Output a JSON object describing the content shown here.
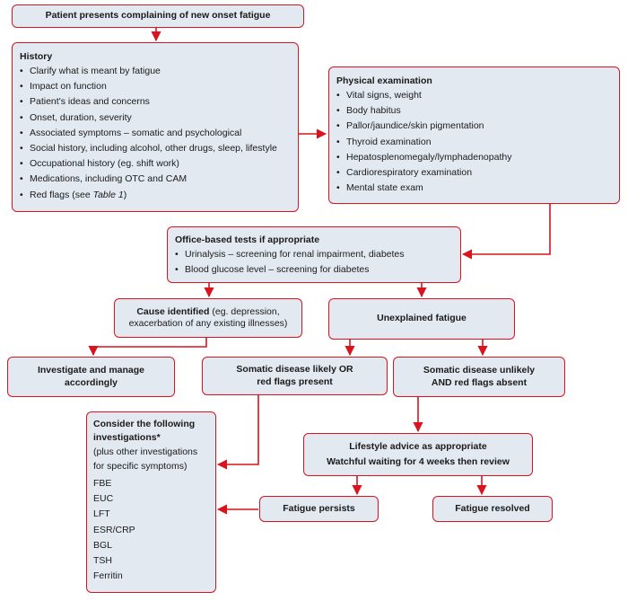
{
  "start": {
    "title": "Patient presents complaining of new onset fatigue"
  },
  "history": {
    "title": "History",
    "items": [
      "Clarify what is meant by fatigue",
      "Impact on function",
      "Patient's ideas and concerns",
      "Onset, duration, severity",
      "Associated symptoms – somatic and psychological",
      "Social history, including alcohol, other drugs, sleep, lifestyle",
      "Occupational history (eg. shift work)",
      "Medications, including OTC and CAM"
    ],
    "red_flags_prefix": "Red flags (see ",
    "red_flags_ref": "Table 1",
    "red_flags_suffix": ")"
  },
  "physical_exam": {
    "title": "Physical examination",
    "items": [
      "Vital signs, weight",
      "Body habitus",
      "Pallor/jaundice/skin pigmentation",
      "Thyroid examination",
      "Hepatosplenomegaly/lymphadenopathy",
      "Cardiorespiratory examination",
      "Mental state exam"
    ]
  },
  "office_tests": {
    "title": "Office-based tests if appropriate",
    "items": [
      "Urinalysis – screening for renal impairment, diabetes",
      "Blood glucose level – screening for diabetes"
    ]
  },
  "cause_identified": {
    "title": "Cause identified",
    "detail_line1": " (eg. depression,",
    "detail_line2": "exacerbation of any existing illnesses)"
  },
  "unexplained": {
    "title": "Unexplained fatigue"
  },
  "investigate": {
    "line1": "Investigate and manage",
    "line2": "accordingly"
  },
  "somatic_likely": {
    "line1": "Somatic disease likely OR",
    "line2": "red flags present"
  },
  "somatic_unlikely": {
    "line1": "Somatic disease unlikely",
    "line2": "AND red flags absent"
  },
  "investigations": {
    "title_line1": "Consider the following",
    "title_line2": "investigations*",
    "note_line1": "(plus other investigations",
    "note_line2": "for specific symptoms)",
    "items": [
      "FBE",
      "EUC",
      "LFT",
      "ESR/CRP",
      "BGL",
      "TSH",
      "Ferritin"
    ]
  },
  "lifestyle": {
    "line1": "Lifestyle advice as appropriate",
    "line2": "Watchful waiting for 4 weeks then review"
  },
  "persists": {
    "title": "Fatigue persists"
  },
  "resolved": {
    "title": "Fatigue resolved"
  },
  "colors": {
    "border": "#d9141f",
    "fill": "#e3e9f1",
    "arrow": "#d9141f"
  }
}
